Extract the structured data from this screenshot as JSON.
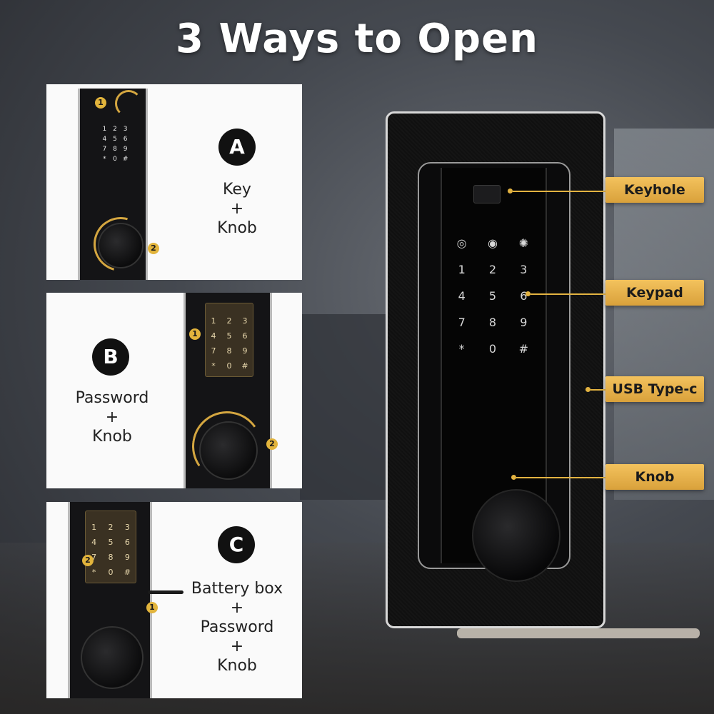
{
  "title": "3 Ways to Open",
  "methods": [
    {
      "letter": "A",
      "lines": [
        "Key",
        "+",
        "Knob"
      ]
    },
    {
      "letter": "B",
      "lines": [
        "Password",
        "+",
        "Knob"
      ]
    },
    {
      "letter": "C",
      "lines": [
        "Battery box",
        "+",
        "Password",
        "+",
        "Knob"
      ]
    }
  ],
  "steps": [
    "1",
    "2"
  ],
  "keypad": [
    "1",
    "2",
    "3",
    "4",
    "5",
    "6",
    "7",
    "8",
    "9",
    "*",
    "0",
    "#"
  ],
  "callouts": {
    "keyhole": "Keyhole",
    "keypad": "Keypad",
    "usb": "USB Type-c",
    "knob": "Knob"
  },
  "colors": {
    "accent": "#e3b341",
    "panel_bg": "#fafafa",
    "lock_body": "#101010"
  }
}
